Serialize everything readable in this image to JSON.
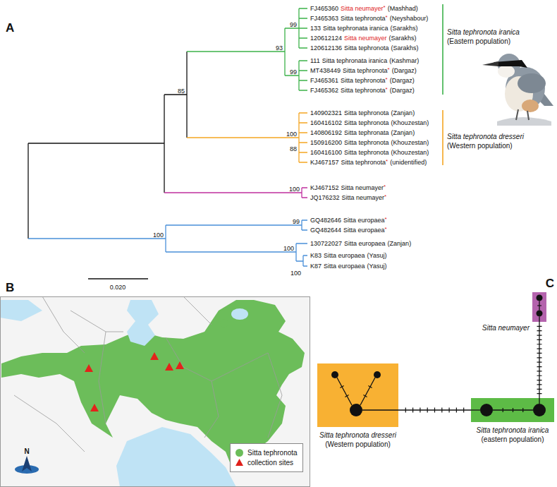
{
  "diagram": {
    "nodes": [
      {
        "text": [
          "Sitta neumayer"
        ]
      },
      {
        "text": [
          "Sitta tephronota dresseri",
          "(Western population)"
        ]
      },
      {
        "text": [
          "Sitta tephronota iranica",
          "(eastern population)"
        ]
      }
    ],
    "edges": [
      {
        "from": 1,
        "to": 2,
        "arrow": "none"
      },
      {
        "from": 2,
        "to": 0,
        "arrow": "none"
      }
    ],
    "labels": [
      "A",
      "FJ465360",
      "Sitta neumayer",
      "*",
      "(Mashhad)",
      "FJ465363",
      "Sitta tephronota",
      "*",
      "(Neyshabour)",
      "133",
      "Sitta tephronata iranica",
      "(Sarakhs)",
      "120612124",
      "Sitta neumayer",
      "(Sarakhs)",
      "120612136",
      "Sitta tephronota",
      "(Sarakhs)",
      "111",
      "Sitta tephronata iranica",
      "(Kashmar)",
      "MT438449",
      "Sitta tephronota",
      "*",
      "(Dargaz)",
      "FJ465361",
      "Sitta tephronota",
      "*",
      "(Dargaz)",
      "FJ465362",
      "Sitta tephronota",
      "*",
      "(Dargaz)",
      "140902321",
      "Sitta tephronota",
      "(Zanjan)",
      "160416102",
      "Sitta tephronota",
      "(Khouzestan)",
      "140806192",
      "Sitta tephronata",
      "(Zanjan)",
      "150916200",
      "Sitta tephronota",
      "(Khouzestan)",
      "160416100",
      "Sitta tephronota",
      "(Khouzestan)",
      "KJ467157",
      "Sitta tephronota",
      "*",
      "(unidentified)",
      "KJ467152",
      "Sitta neumayer",
      "*",
      "JQ176232",
      "Sitta neumayer",
      "*",
      "GQ482646",
      "Sitta europaea",
      "*",
      "GQ482644",
      "Sitta europaea",
      "*",
      "130722027",
      "Sitta europaea",
      "(Zanjan)",
      "K83",
      "Sitta europaea",
      "(Yasuj)",
      "K87",
      "Sitta europaea",
      "(Yasuj)",
      "99",
      "93",
      "85",
      "99",
      "100",
      "88",
      "100",
      "99",
      "100",
      "100",
      "100",
      "0.020",
      "Sitta tephronota iranica",
      "(Eastern population)",
      "Sitta tephronota dresseri",
      "(Western population)",
      "B",
      "N",
      "C"
    ],
    "legend": [
      {
        "text": "Sitta tephronota",
        "color": "#6cbd5a"
      },
      {
        "text": "collection sites"
      }
    ]
  }
}
